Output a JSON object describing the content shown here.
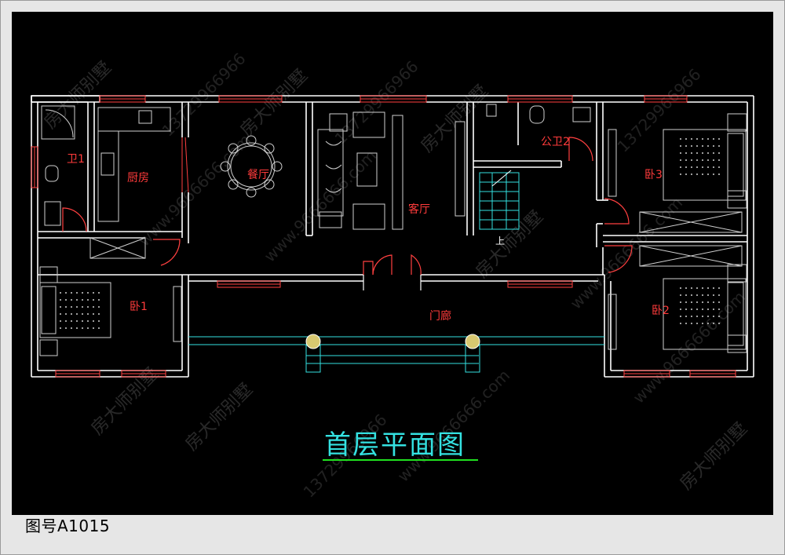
{
  "drawing": {
    "title": "首层平面图",
    "drawing_number": "图号A1015",
    "watermarks": [
      "房大师别墅",
      "13729966966",
      "www.9666666.com"
    ]
  },
  "rooms": {
    "wc1": "卫1",
    "kitchen": "厨房",
    "dining": "餐厅",
    "living": "客厅",
    "public_wc": "公卫2",
    "stair_up": "上",
    "bedroom3": "卧3",
    "bedroom1": "卧1",
    "porch": "门廊",
    "bedroom2": "卧2"
  },
  "colors": {
    "wall": "#ffffff",
    "window": "#ff4040",
    "door": "#ff4040",
    "furniture": "#cfcfcf",
    "cyan": "#34e1e1",
    "label": "#ff3b3b",
    "underline": "#20e020",
    "column": "#d8c870"
  }
}
